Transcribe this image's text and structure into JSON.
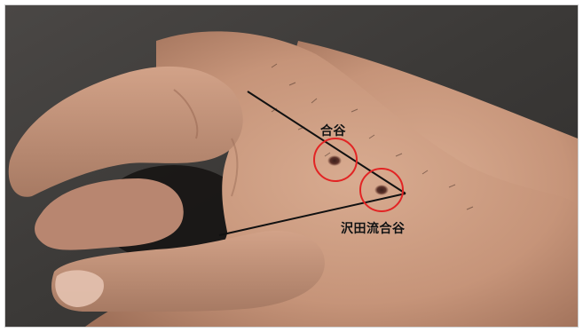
{
  "photo": {
    "subject": "hand-with-acupoints",
    "labels": {
      "upper_point": "合谷",
      "lower_point": "沢田流合谷"
    },
    "colors": {
      "circle": "#e22424",
      "guide_line": "#111111",
      "background": "#3a3836",
      "skin": "#c99a80"
    }
  }
}
